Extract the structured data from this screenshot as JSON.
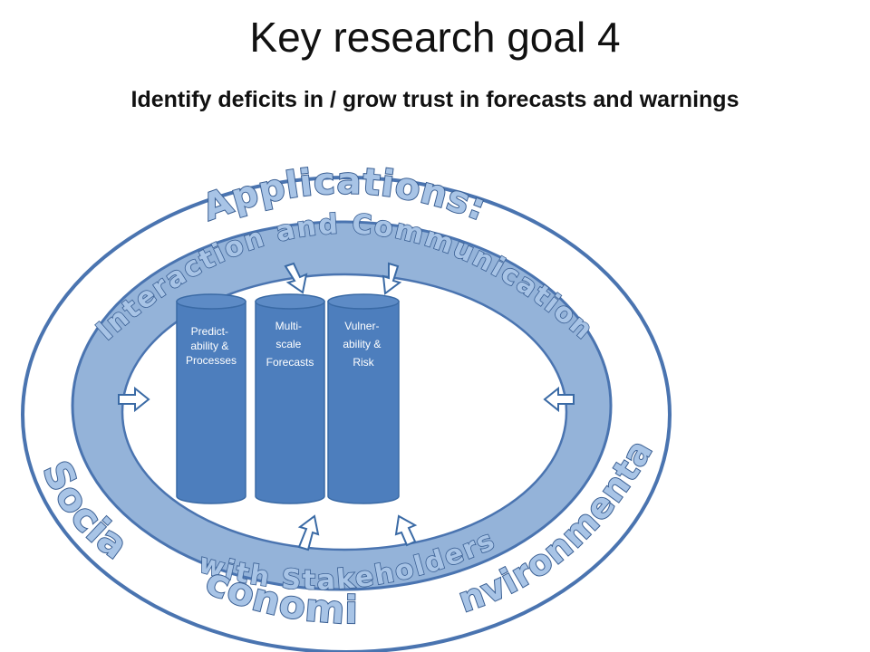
{
  "title": "Key research goal 4",
  "subtitle": "Identify deficits in / grow trust in forecasts and warnings",
  "outer_labels": {
    "applications": "Applications:",
    "social": "Social",
    "economic": "Economic",
    "environmental": "Environmental"
  },
  "ring_labels": {
    "top": "Interaction and Communication",
    "bottom": "with Stakeholders"
  },
  "cylinders": [
    {
      "lines": [
        "Predict-",
        "ability  &",
        "Processes"
      ]
    },
    {
      "lines": [
        "Multi-",
        "scale",
        "Forecasts"
      ]
    },
    {
      "lines": [
        "Vulner-",
        "ability &",
        "Risk"
      ]
    }
  ],
  "colors": {
    "outer_border": "#4a74b0",
    "ring_fill": "#94b3d9",
    "ring_border": "#4a74b0",
    "cylinder_body": "#4d7ebd",
    "cylinder_top": "#5d8bc6",
    "label_fill": "#a8c4e6",
    "label_stroke": "#3a5f93"
  },
  "icons": {
    "arrows": "hollow-block-arrow-icon"
  }
}
